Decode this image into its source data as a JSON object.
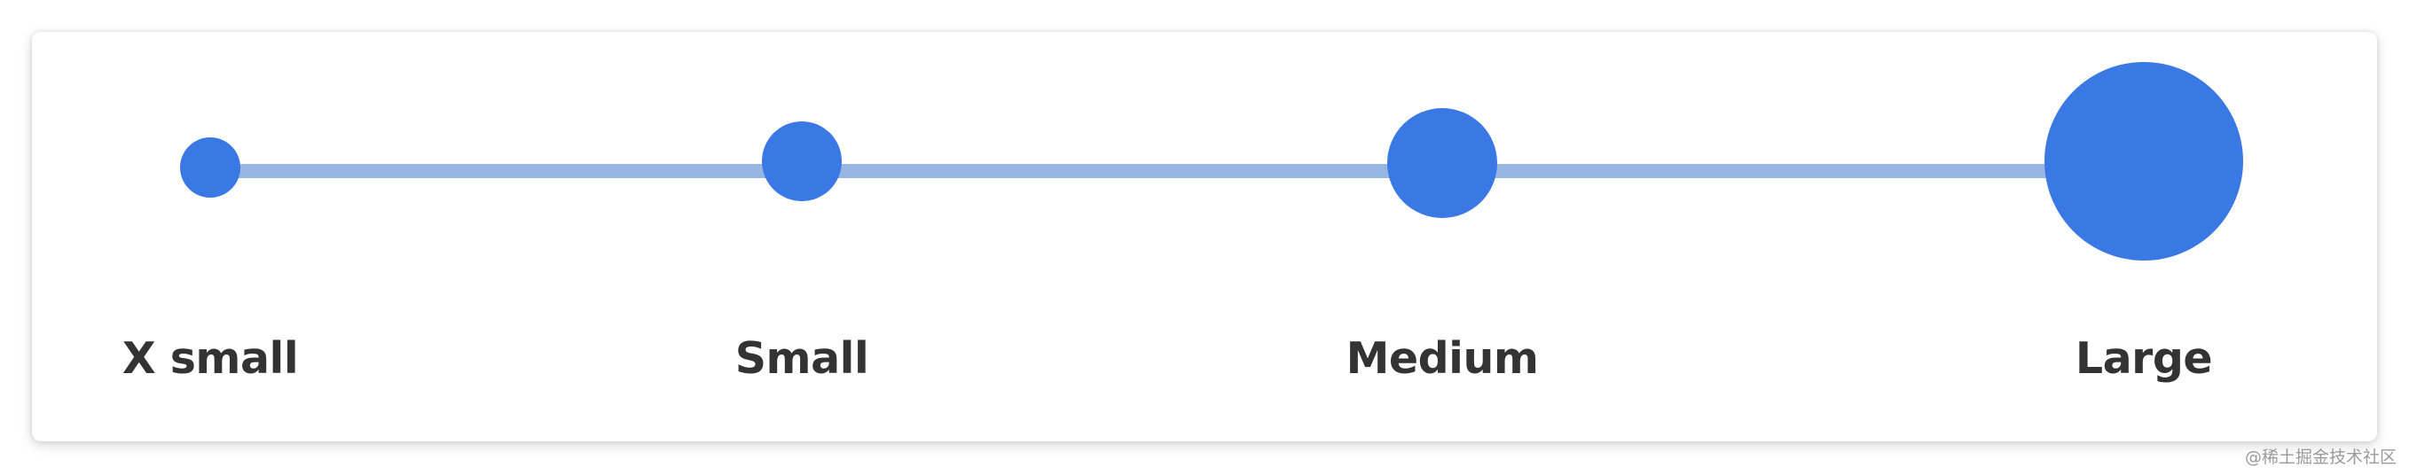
{
  "size_picker": {
    "accent_color": "#3a78e4",
    "track_color": "#98b6e2",
    "options": [
      {
        "label": "X small"
      },
      {
        "label": "Small"
      },
      {
        "label": "Medium"
      },
      {
        "label": "Large"
      }
    ]
  },
  "watermark": "@稀土掘金技术社区"
}
